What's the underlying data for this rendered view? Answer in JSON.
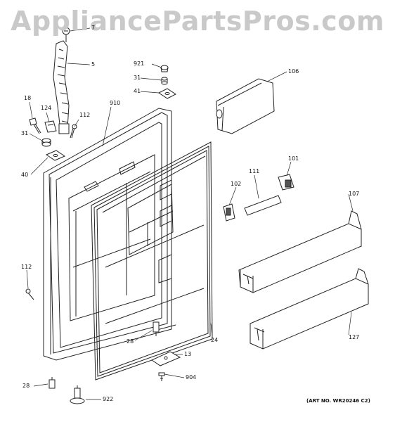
{
  "watermark": "AppliancePartsPros.com",
  "art_number": "(ART NO. WR20246 C2)",
  "callouts": [
    {
      "id": "c-7",
      "label": "7"
    },
    {
      "id": "c-5",
      "label": "5"
    },
    {
      "id": "c-18",
      "label": "18"
    },
    {
      "id": "c-124",
      "label": "124"
    },
    {
      "id": "c-112a",
      "label": "112"
    },
    {
      "id": "c-910",
      "label": "910"
    },
    {
      "id": "c-31a",
      "label": "31"
    },
    {
      "id": "c-40",
      "label": "40"
    },
    {
      "id": "c-921",
      "label": "921"
    },
    {
      "id": "c-31b",
      "label": "31"
    },
    {
      "id": "c-41",
      "label": "41"
    },
    {
      "id": "c-106",
      "label": "106"
    },
    {
      "id": "c-101",
      "label": "101"
    },
    {
      "id": "c-111",
      "label": "111"
    },
    {
      "id": "c-102",
      "label": "102"
    },
    {
      "id": "c-107",
      "label": "107"
    },
    {
      "id": "c-112b",
      "label": "112"
    },
    {
      "id": "c-28a",
      "label": "28"
    },
    {
      "id": "c-24",
      "label": "24"
    },
    {
      "id": "c-13",
      "label": "13"
    },
    {
      "id": "c-904",
      "label": "904"
    },
    {
      "id": "c-127",
      "label": "127"
    },
    {
      "id": "c-28b",
      "label": "28"
    },
    {
      "id": "c-922",
      "label": "922"
    }
  ]
}
